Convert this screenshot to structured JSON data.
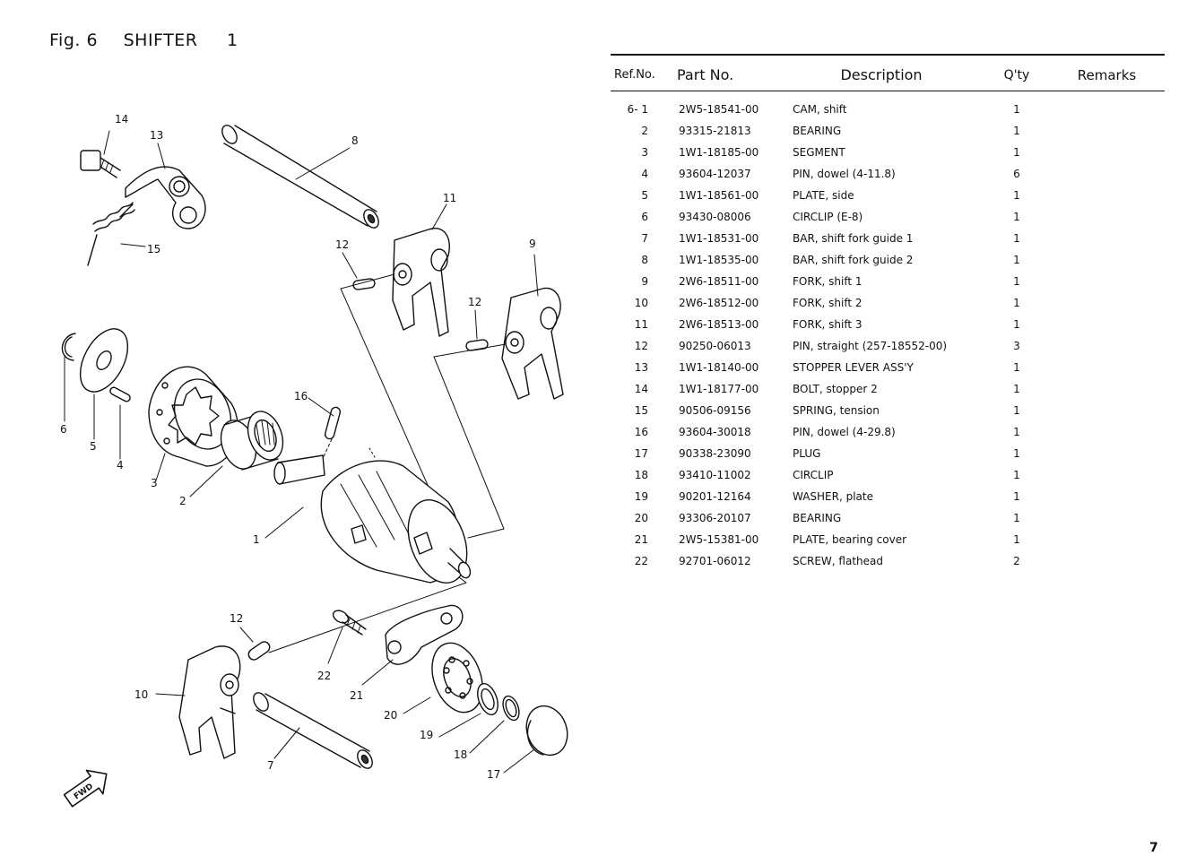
{
  "figure": {
    "number": "Fig. 6",
    "name": "SHIFTER",
    "sheet": "1"
  },
  "table": {
    "headers": {
      "ref": "Ref.No.",
      "part": "Part No.",
      "description": "Description",
      "qty": "Q'ty",
      "remarks": "Remarks"
    },
    "rows": [
      {
        "ref": "6- 1",
        "part": "2W5-18541-00",
        "description": "CAM, shift",
        "qty": "1",
        "remarks": ""
      },
      {
        "ref": "2",
        "part": "93315-21813",
        "description": "BEARING",
        "qty": "1",
        "remarks": ""
      },
      {
        "ref": "3",
        "part": "1W1-18185-00",
        "description": "SEGMENT",
        "qty": "1",
        "remarks": ""
      },
      {
        "ref": "4",
        "part": "93604-12037",
        "description": "PIN, dowel (4-11.8)",
        "qty": "6",
        "remarks": ""
      },
      {
        "ref": "5",
        "part": "1W1-18561-00",
        "description": "PLATE, side",
        "qty": "1",
        "remarks": ""
      },
      {
        "ref": "6",
        "part": "93430-08006",
        "description": "CIRCLIP (E-8)",
        "qty": "1",
        "remarks": ""
      },
      {
        "ref": "7",
        "part": "1W1-18531-00",
        "description": "BAR, shift fork guide 1",
        "qty": "1",
        "remarks": ""
      },
      {
        "ref": "8",
        "part": "1W1-18535-00",
        "description": "BAR, shift fork guide 2",
        "qty": "1",
        "remarks": ""
      },
      {
        "ref": "9",
        "part": "2W6-18511-00",
        "description": "FORK, shift 1",
        "qty": "1",
        "remarks": ""
      },
      {
        "ref": "10",
        "part": "2W6-18512-00",
        "description": "FORK, shift 2",
        "qty": "1",
        "remarks": ""
      },
      {
        "ref": "11",
        "part": "2W6-18513-00",
        "description": "FORK, shift 3",
        "qty": "1",
        "remarks": ""
      },
      {
        "ref": "12",
        "part": "90250-06013",
        "description": "PIN, straight (257-18552-00)",
        "qty": "3",
        "remarks": ""
      },
      {
        "ref": "13",
        "part": "1W1-18140-00",
        "description": "STOPPER LEVER ASS'Y",
        "qty": "1",
        "remarks": ""
      },
      {
        "ref": "14",
        "part": "1W1-18177-00",
        "description": "BOLT, stopper 2",
        "qty": "1",
        "remarks": ""
      },
      {
        "ref": "15",
        "part": "90506-09156",
        "description": "SPRING, tension",
        "qty": "1",
        "remarks": ""
      },
      {
        "ref": "16",
        "part": "93604-30018",
        "description": "PIN, dowel (4-29.8)",
        "qty": "1",
        "remarks": ""
      },
      {
        "ref": "17",
        "part": "90338-23090",
        "description": "PLUG",
        "qty": "1",
        "remarks": ""
      },
      {
        "ref": "18",
        "part": "93410-11002",
        "description": "CIRCLIP",
        "qty": "1",
        "remarks": ""
      },
      {
        "ref": "19",
        "part": "90201-12164",
        "description": "WASHER, plate",
        "qty": "1",
        "remarks": ""
      },
      {
        "ref": "20",
        "part": "93306-20107",
        "description": "BEARING",
        "qty": "1",
        "remarks": ""
      },
      {
        "ref": "21",
        "part": "2W5-15381-00",
        "description": "PLATE, bearing cover",
        "qty": "1",
        "remarks": ""
      },
      {
        "ref": "22",
        "part": "92701-06012",
        "description": "SCREW, flathead",
        "qty": "2",
        "remarks": ""
      }
    ]
  },
  "diagram": {
    "callouts": {
      "c1": "1",
      "c2": "2",
      "c3": "3",
      "c4": "4",
      "c5": "5",
      "c6": "6",
      "c7": "7",
      "c8": "8",
      "c9": "9",
      "c10": "10",
      "c11": "11",
      "c12a": "12",
      "c12b": "12",
      "c12c": "12",
      "c13": "13",
      "c14": "14",
      "c15": "15",
      "c16": "16",
      "c17": "17",
      "c18": "18",
      "c19": "19",
      "c20": "20",
      "c21": "21",
      "c22": "22"
    },
    "fwd_label": "FWD"
  },
  "page_number": "7"
}
